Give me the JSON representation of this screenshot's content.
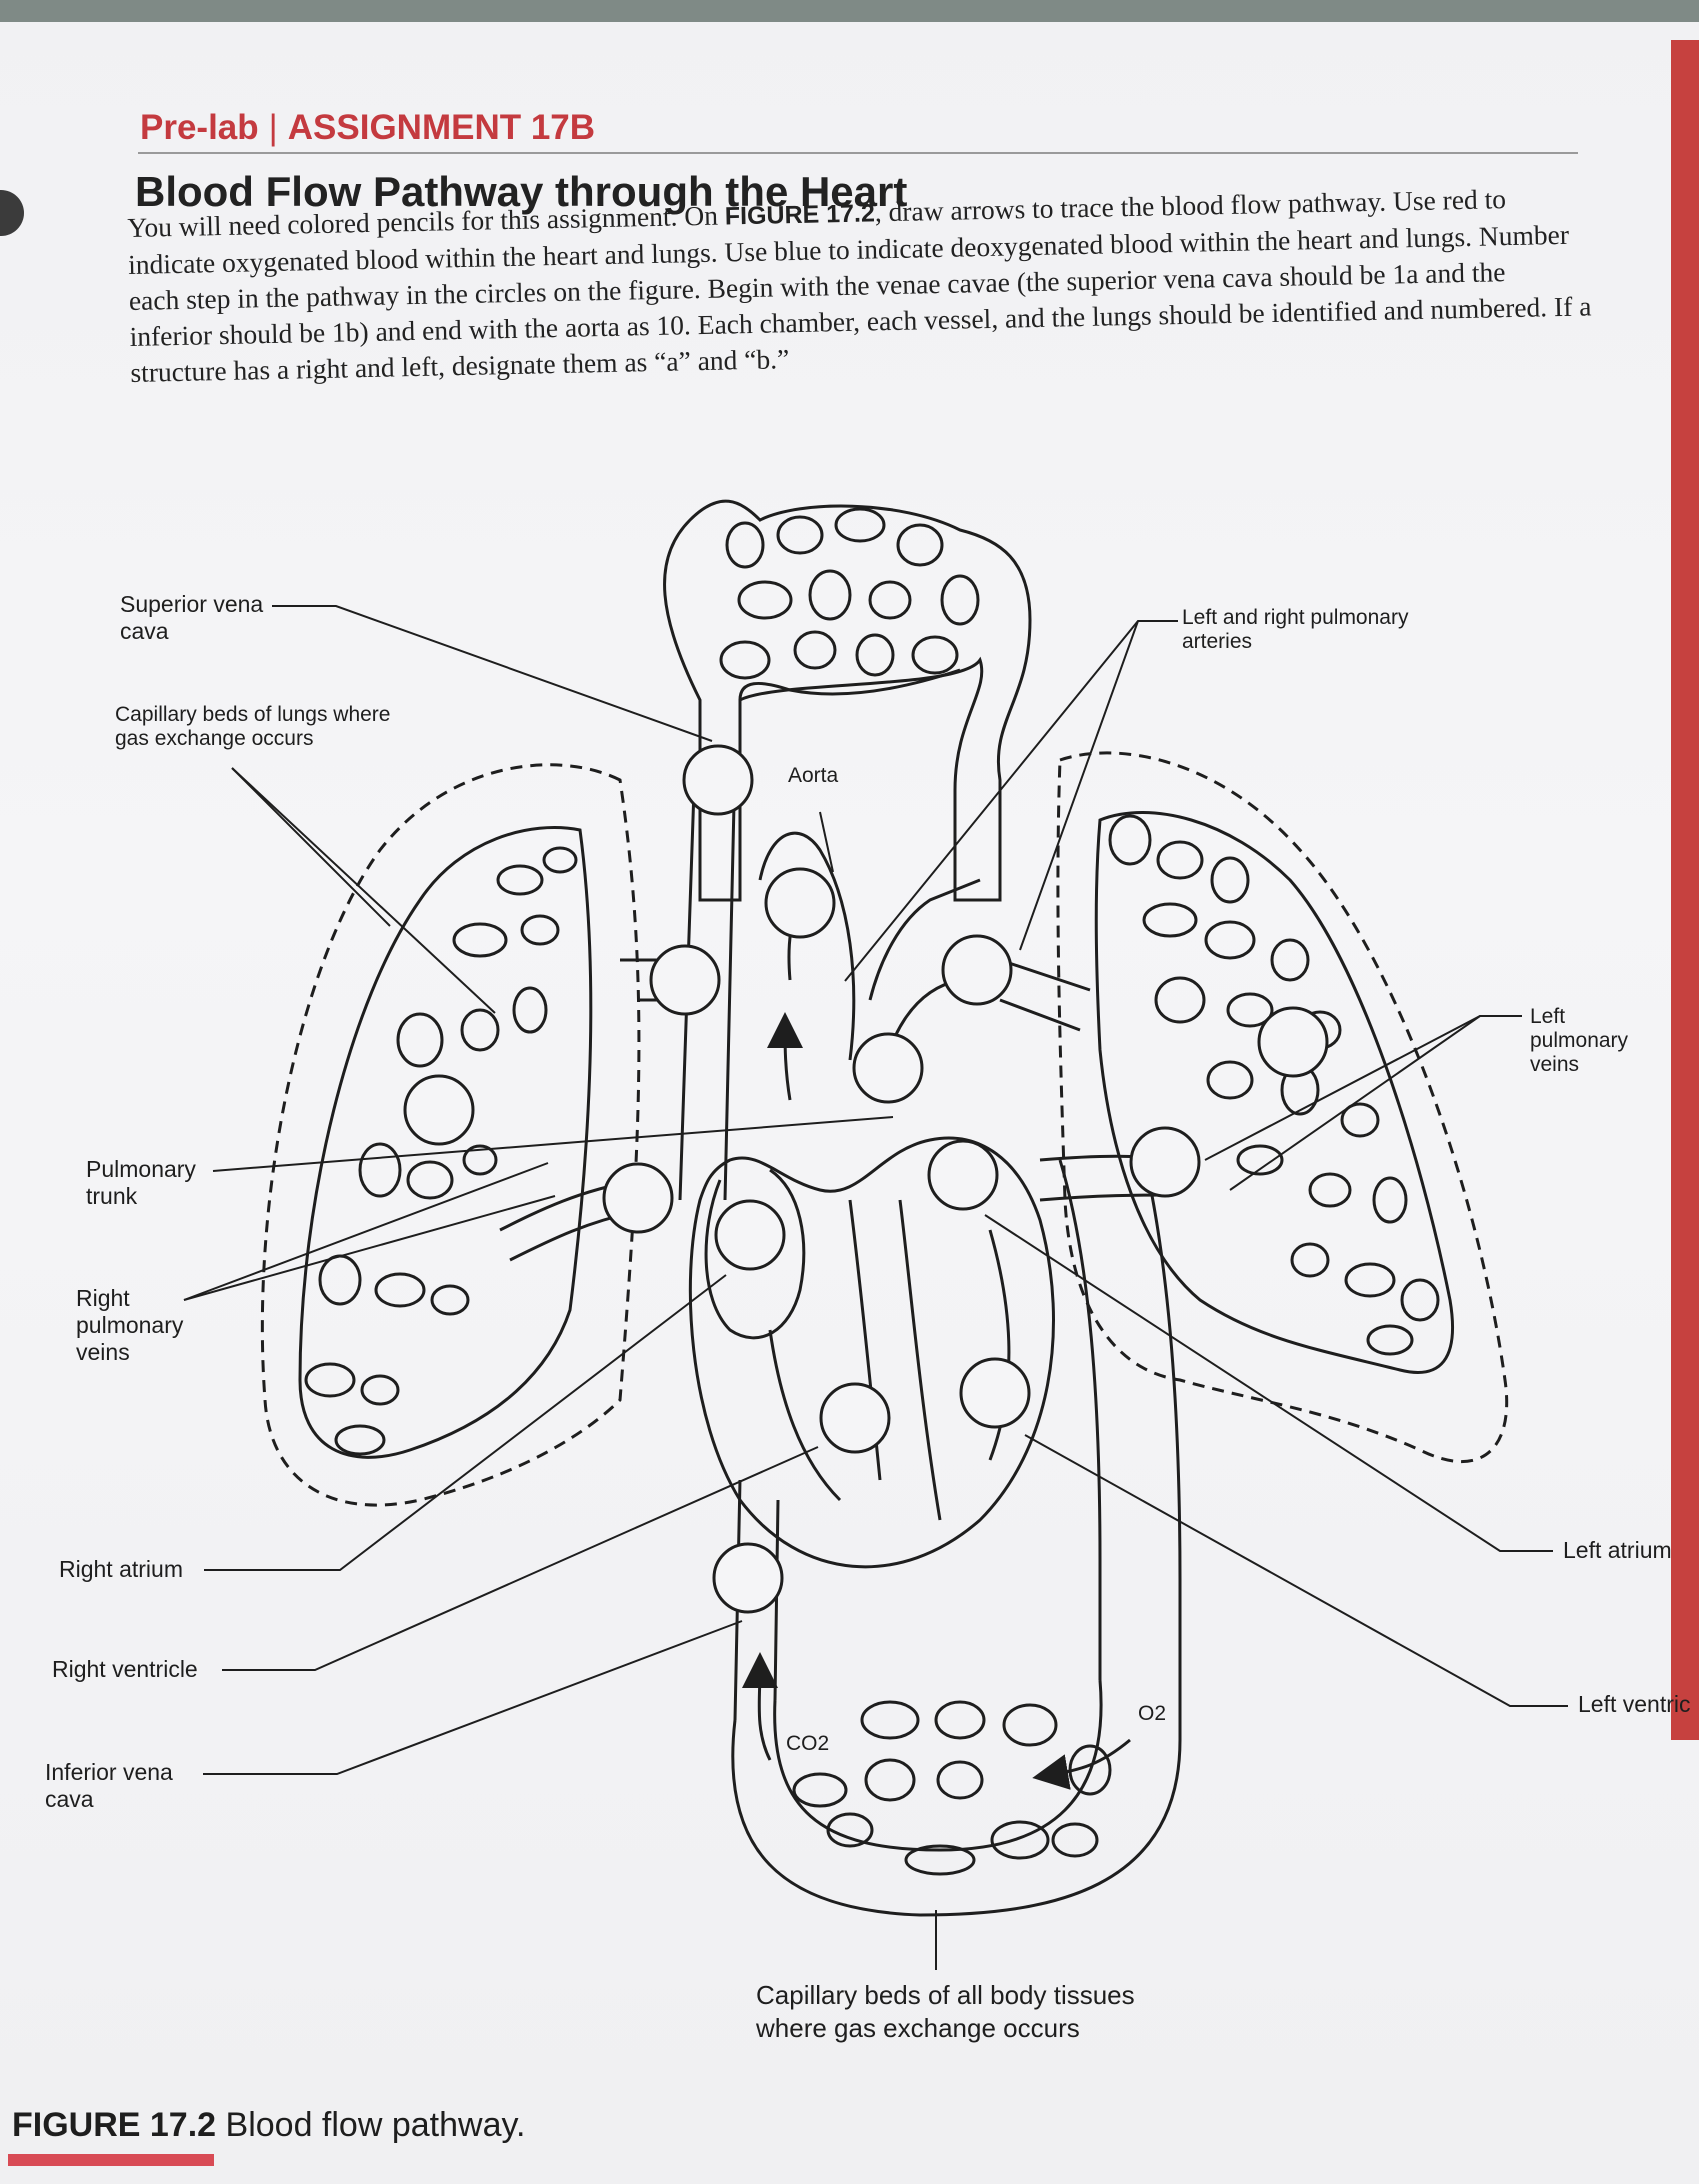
{
  "header": {
    "prelab": "Pre-lab",
    "separator": "|",
    "assignment": "ASSIGNMENT 17B"
  },
  "title": "Blood Flow Pathway through the Heart",
  "instructions": {
    "part1": "You will need colored pencils for this assignment. On ",
    "figure_ref": "FIGURE 17.2",
    "part2": ", draw arrows to trace the blood flow pathway. Use red to indicate oxygenated blood within the heart and lungs. Use blue to indicate deoxygenated blood within the heart and lungs. Number each step in the pathway in the circles on the figure. Begin with the venae cavae (the superior vena cava should be 1a and the inferior should be 1b) and end with the aorta as 10. Each chamber, each vessel, and the lungs should be identified and numbered. If a structure has a right and left, designate them as “a” and “b.”"
  },
  "labels": {
    "superior_vena_cava": "Superior vena\ncava",
    "capillary_lungs": "Capillary beds of lungs where\ngas exchange occurs",
    "aorta": "Aorta",
    "pulmonary_arteries": "Left and right pulmonary\narteries",
    "left_pulmonary_veins": "Left\npulmonary\nveins",
    "pulmonary_trunk": "Pulmonary\ntrunk",
    "right_pulmonary_veins": "Right\npulmonary\nveins",
    "right_atrium": "Right atrium",
    "right_ventricle": "Right ventricle",
    "inferior_vena_cava": "Inferior vena\ncava",
    "left_atrium": "Left atrium",
    "left_ventricle": "Left ventric",
    "co2": "CO2",
    "o2": "O2",
    "capillary_body": "Capillary beds of all body tissues\nwhere gas exchange occurs"
  },
  "figure_caption": {
    "number": "FIGURE 17.2",
    "text": "Blood flow pathway."
  },
  "colors": {
    "accent_red": "#c43a3f",
    "caption_bar": "#d84b55",
    "line": "#1e1e1e"
  }
}
